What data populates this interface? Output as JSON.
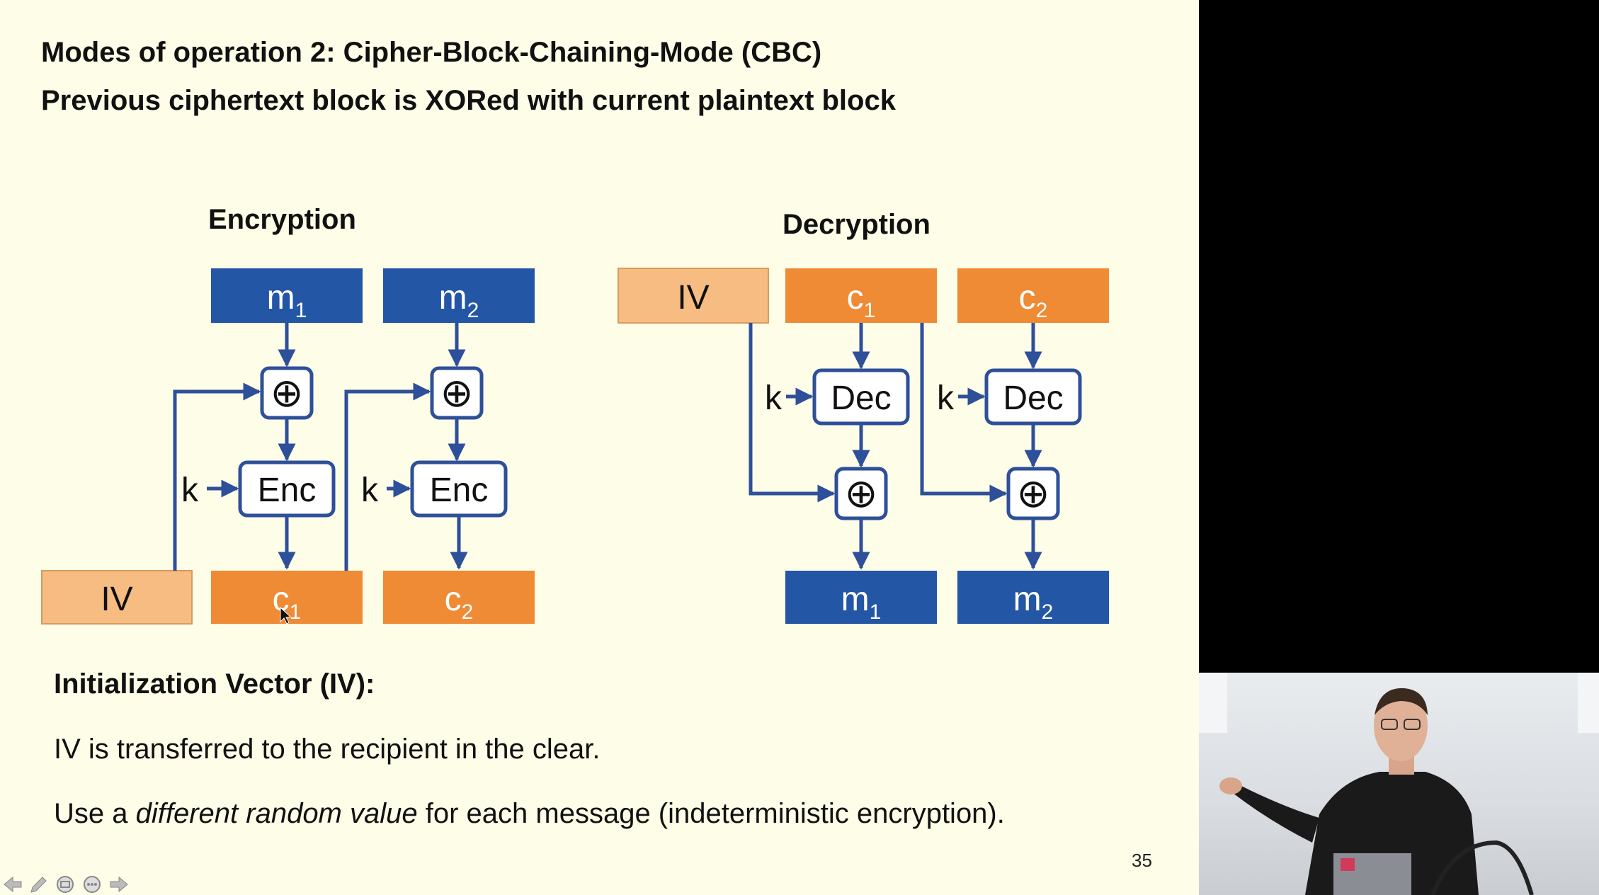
{
  "slide": {
    "title_line1": "Modes of operation 2: Cipher-Block-Chaining-Mode (CBC)",
    "title_line2": "Previous ciphertext block is XORed with current plaintext block",
    "encryption_heading": "Encryption",
    "decryption_heading": "Decryption",
    "iv_heading": "Initialization Vector (IV):",
    "iv_line1": "IV is transferred to the recipient in the clear.",
    "iv_line2_pre": "Use a ",
    "iv_line2_em": "different random value",
    "iv_line2_post": " for each message (indeterministic encryption).",
    "page_number": "35"
  },
  "diagram": {
    "iv_label": "IV",
    "m_letter": "m",
    "c_letter": "c",
    "sub_1": "1",
    "sub_2": "2",
    "key_label": "k",
    "enc_label": "Enc",
    "dec_label": "Dec",
    "xor_symbol": "⊕"
  },
  "colors": {
    "plaintext_blue": "#2456a6",
    "ciphertext_orange": "#ef8a35",
    "iv_light_orange": "#f6bc82",
    "arrow_blue": "#2e4f99",
    "slide_background": "#fdfde8"
  },
  "toolbar": {
    "icons": [
      "arrow-left-icon",
      "pen-icon",
      "slides-icon",
      "options-icon",
      "arrow-right-icon"
    ]
  }
}
